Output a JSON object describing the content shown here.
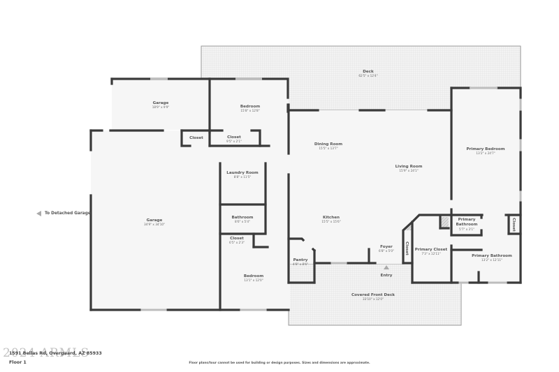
{
  "floor_plan": {
    "rooms": [
      {
        "id": "garage-small",
        "name": "Garage",
        "dimensions": "18'9\" x 9'9\""
      },
      {
        "id": "bedroom-north",
        "name": "Bedroom",
        "dimensions": "15'8\" x 12'8\""
      },
      {
        "id": "closet-garage",
        "name": "Closet",
        "dimensions": ""
      },
      {
        "id": "closet-bedroom",
        "name": "Closet",
        "dimensions": "9'5\" x 2'1\""
      },
      {
        "id": "deck",
        "name": "Deck",
        "dimensions": "62'5\" x 12'4\""
      },
      {
        "id": "dining-room",
        "name": "Dining Room",
        "dimensions": "15'5\" x 13'7\""
      },
      {
        "id": "living-room",
        "name": "Living Room",
        "dimensions": "15'9\" x 24'1\""
      },
      {
        "id": "primary-bedroom",
        "name": "Primary Bedroom",
        "dimensions": "13'2\" x 24'7\""
      },
      {
        "id": "laundry-room",
        "name": "Laundry Room",
        "dimensions": "8'8\" x 11'5\""
      },
      {
        "id": "garage-main",
        "name": "Garage",
        "dimensions": "34'9\" x 34'10\""
      },
      {
        "id": "bathroom",
        "name": "Bathroom",
        "dimensions": "8'6\" x 5'4\""
      },
      {
        "id": "closet-hall",
        "name": "Closet",
        "dimensions": "6'5\" x 2'3\""
      },
      {
        "id": "bedroom-south",
        "name": "Bedroom",
        "dimensions": "13'1\" x 12'0\""
      },
      {
        "id": "kitchen",
        "name": "Kitchen",
        "dimensions": "15'5\" x 15'6\""
      },
      {
        "id": "pantry",
        "name": "Pantry",
        "dimensions": "4'8\" x 8'6\""
      },
      {
        "id": "foyer",
        "name": "Foyer",
        "dimensions": "6'8\" x 5'0\""
      },
      {
        "id": "closet-foyer",
        "name": "Closet",
        "dimensions": ""
      },
      {
        "id": "primary-closet",
        "name": "Primary Closet",
        "dimensions": "7'3\" x 12'11\""
      },
      {
        "id": "primary-bathroom-small-line1",
        "name": "Primary",
        "dimensions": ""
      },
      {
        "id": "primary-bathroom-small-line2",
        "name": "Bathroom",
        "dimensions": "5'7\" x 3'1\""
      },
      {
        "id": "closet-primary",
        "name": "Closet",
        "dimensions": ""
      },
      {
        "id": "primary-bathroom",
        "name": "Primary Bathroom",
        "dimensions": "13'2\" x 12'11\""
      },
      {
        "id": "covered-front-deck",
        "name": "Covered Front Deck",
        "dimensions": "33'10\" x 12'0\""
      }
    ],
    "entry_label": "Entry",
    "detached_garage_label": "To Detached Garage"
  },
  "footer": {
    "address": "1591 Bellas Rd, Overgaard, AZ 85933",
    "floor": "Floor 1",
    "watermark": "2024 ARMLS",
    "disclaimer": "Floor plans/tour cannot be used for building or design purposes. Sizes and dimensions are approximate."
  },
  "colors": {
    "wall": "#3a3a3a",
    "room_fill": "#f6f6f6",
    "deck_fill": "#eeeeee",
    "window": "#bdbdbd",
    "text": "#555555"
  }
}
